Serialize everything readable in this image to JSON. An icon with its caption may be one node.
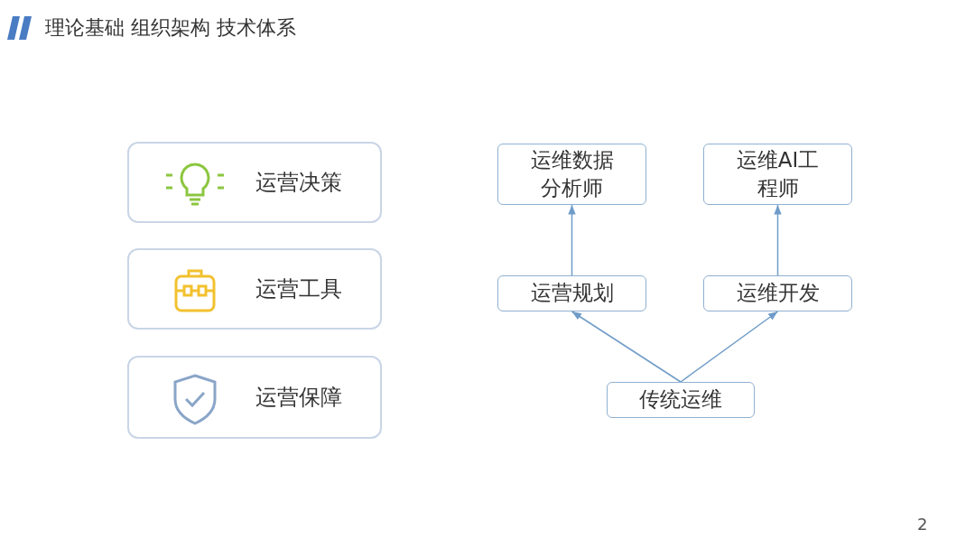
{
  "diagram": {
    "title": "理论基础 组织架构 技术体系",
    "nodes": [
      {
        "text": [
          "运营决策"
        ]
      },
      {
        "text": [
          "运营工具"
        ]
      },
      {
        "text": [
          "运营保障"
        ]
      },
      {
        "text": [
          "运维数据分析师"
        ]
      },
      {
        "text": [
          "运维AI工程师"
        ]
      },
      {
        "text": [
          "运营规划"
        ]
      },
      {
        "text": [
          "运维开发"
        ]
      },
      {
        "text": [
          "传统运维"
        ]
      }
    ],
    "edges": [
      {
        "from": 5,
        "to": 3,
        "arrow": "to"
      },
      {
        "from": 6,
        "to": 4,
        "arrow": "to"
      },
      {
        "from": 7,
        "to": 5,
        "arrow": "to"
      },
      {
        "from": 7,
        "to": 6,
        "arrow": "to"
      }
    ],
    "labels": [
      "2"
    ]
  }
}
